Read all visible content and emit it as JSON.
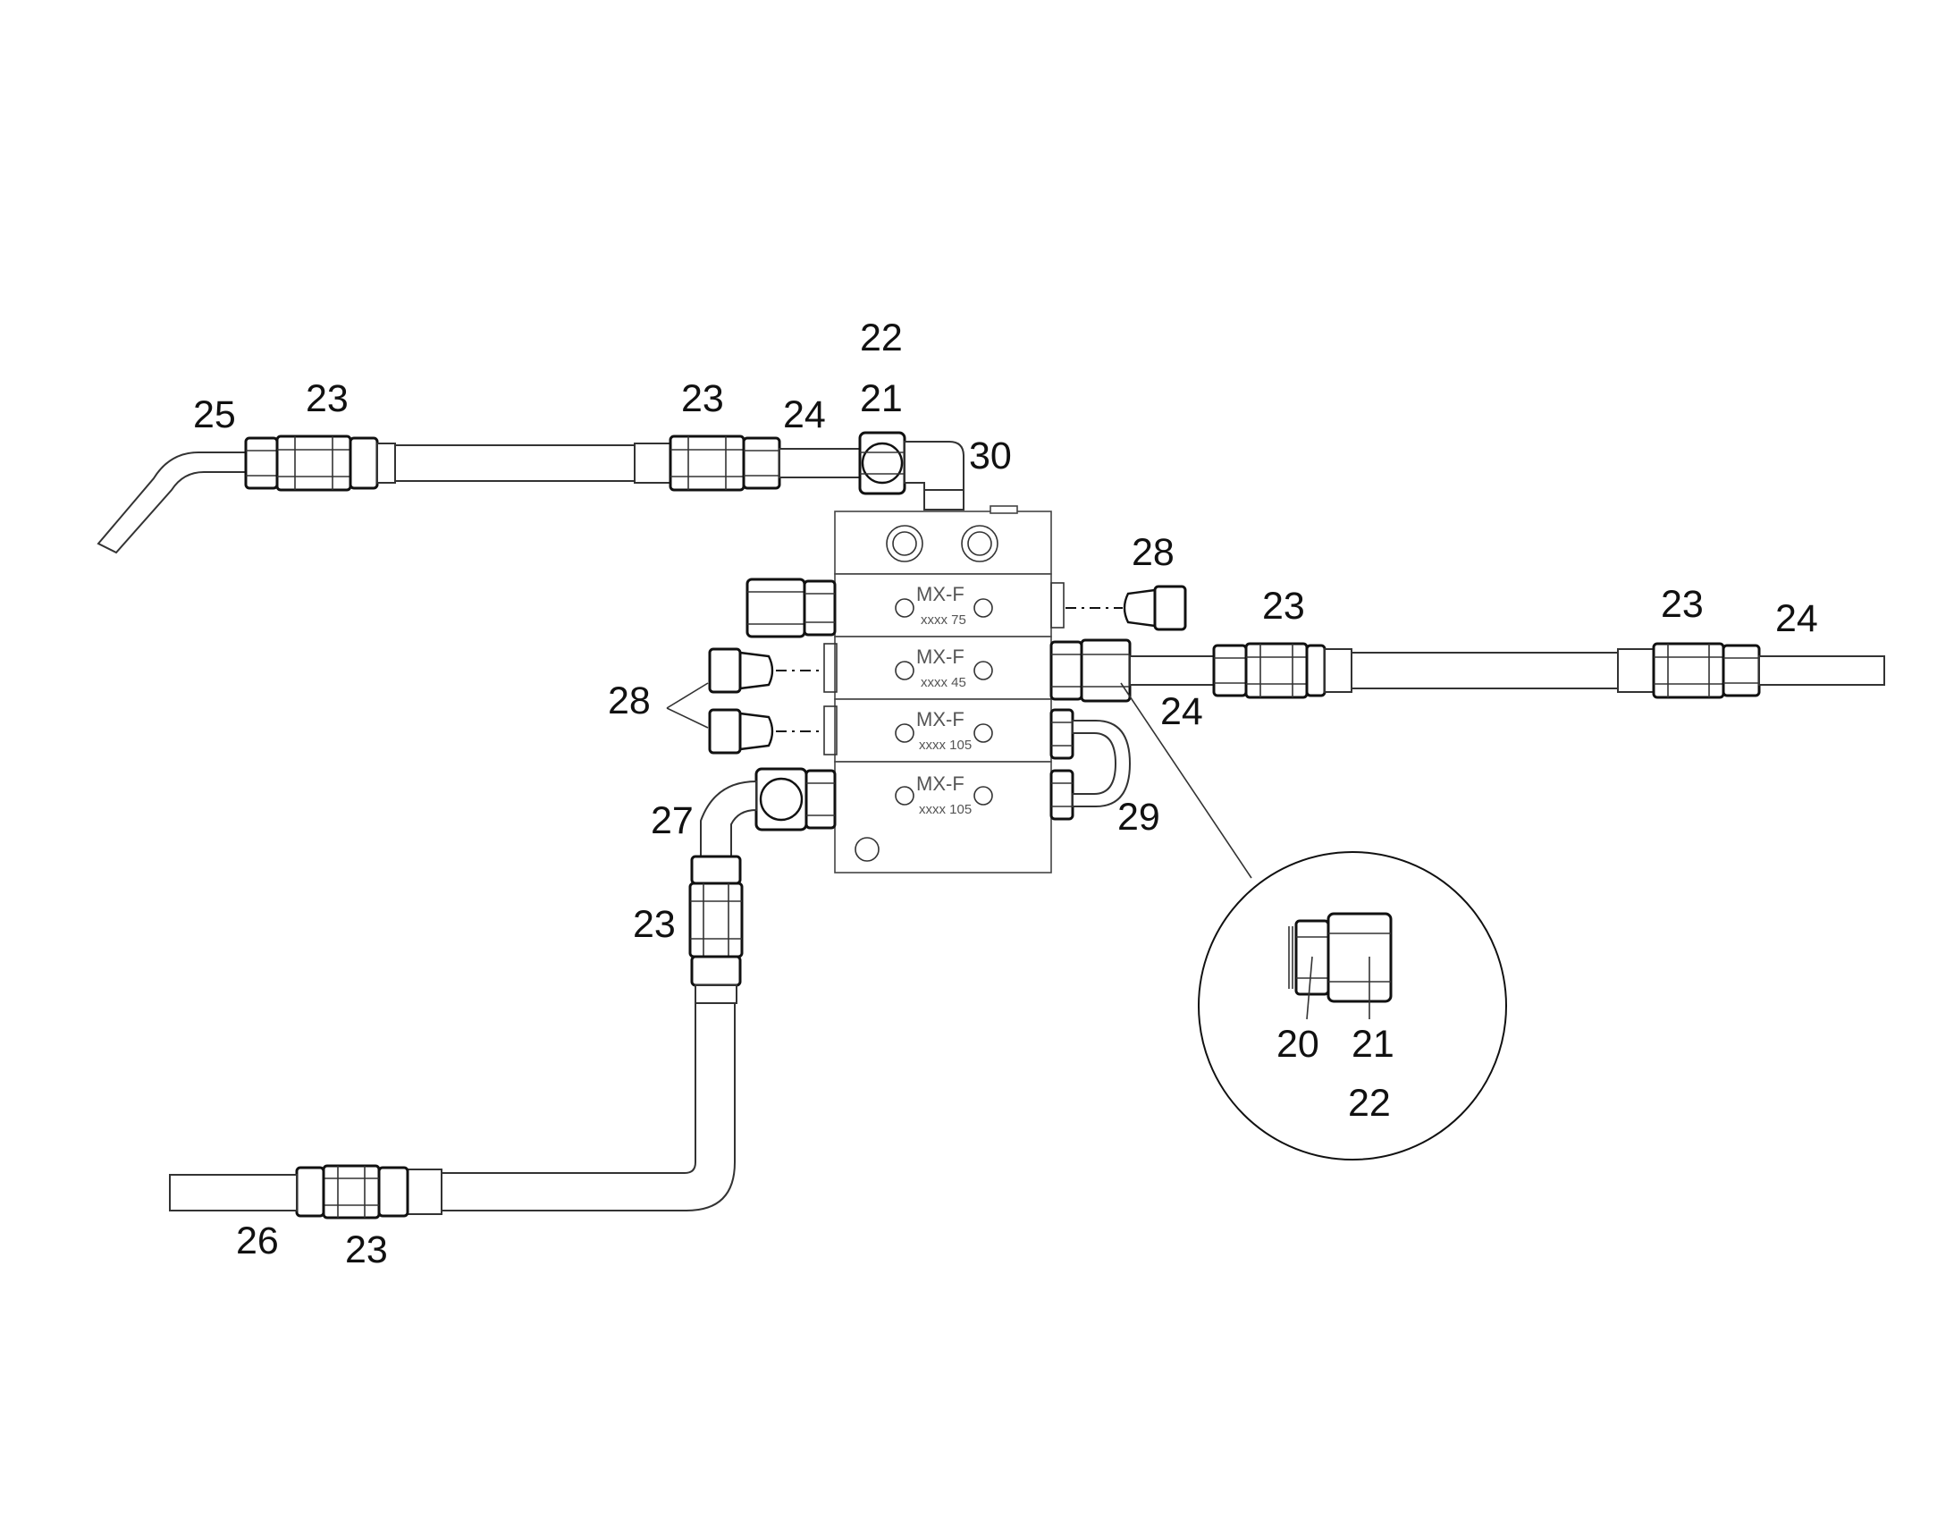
{
  "figure": {
    "background": "#ffffff",
    "line_color": "#111111",
    "callouts": {
      "c22_top": "22",
      "c23_a": "23",
      "c25": "25",
      "c23_b": "23",
      "c24_a": "24",
      "c21_top": "21",
      "c30": "30",
      "c28_right": "28",
      "c23_c": "23",
      "c23_d": "23",
      "c24_b": "24",
      "c28_left": "28",
      "c24_c": "24",
      "c27": "27",
      "c29": "29",
      "c23_e": "23",
      "c20": "20",
      "c21_detail": "21",
      "c22_detail": "22",
      "c26": "26",
      "c23_f": "23"
    },
    "sections": [
      {
        "label": "MX-F",
        "code": "xxxx 75"
      },
      {
        "label": "MX-F",
        "code": "xxxx 45"
      },
      {
        "label": "MX-F",
        "code": "xxxx 105"
      },
      {
        "label": "MX-F",
        "code": "xxxx 105"
      }
    ]
  }
}
